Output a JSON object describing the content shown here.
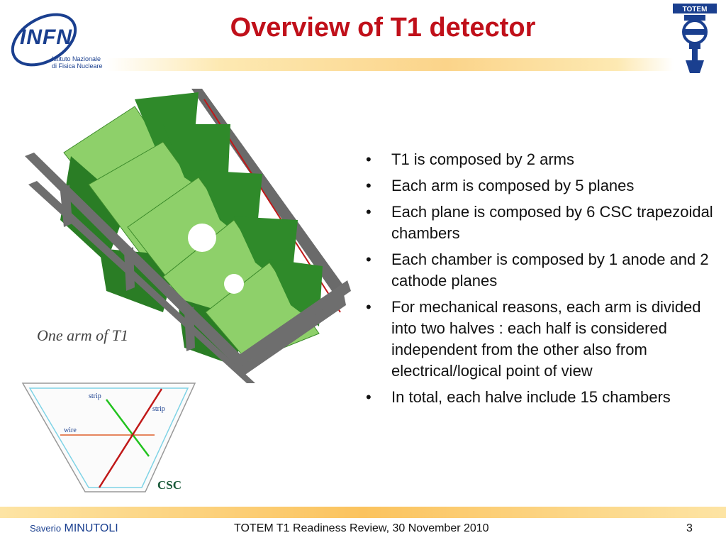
{
  "header": {
    "title": "Overview of T1 detector",
    "left_logo": {
      "name": "INFN",
      "line1": "Istituto Nazionale",
      "line2": "di Fisica Nucleare",
      "color": "#1a3f8f"
    },
    "right_logo": {
      "name": "TOTEM",
      "color": "#1a3f8f"
    },
    "title_color": "#c0101a"
  },
  "figure": {
    "caption": "One arm of T1",
    "csc_label": "CSC",
    "strip_label_1": "strip",
    "strip_label_2": "strip",
    "wire_label": "wire"
  },
  "bullets": [
    "T1 is composed by 2 arms",
    "Each arm is composed by 5 planes",
    "Each plane is composed by 6 CSC trapezoidal chambers",
    "Each chamber is composed by 1 anode and 2 cathode planes",
    "For mechanical reasons, each arm is divided into two halves : each half is considered independent from the other also from electrical/logical point of view",
    "In total, each halve include 15 chambers"
  ],
  "footer": {
    "author_first": "Saverio",
    "author_last": "MINUTOLI",
    "event": "TOTEM T1 Readiness Review, 30 November 2010",
    "page": "3"
  }
}
